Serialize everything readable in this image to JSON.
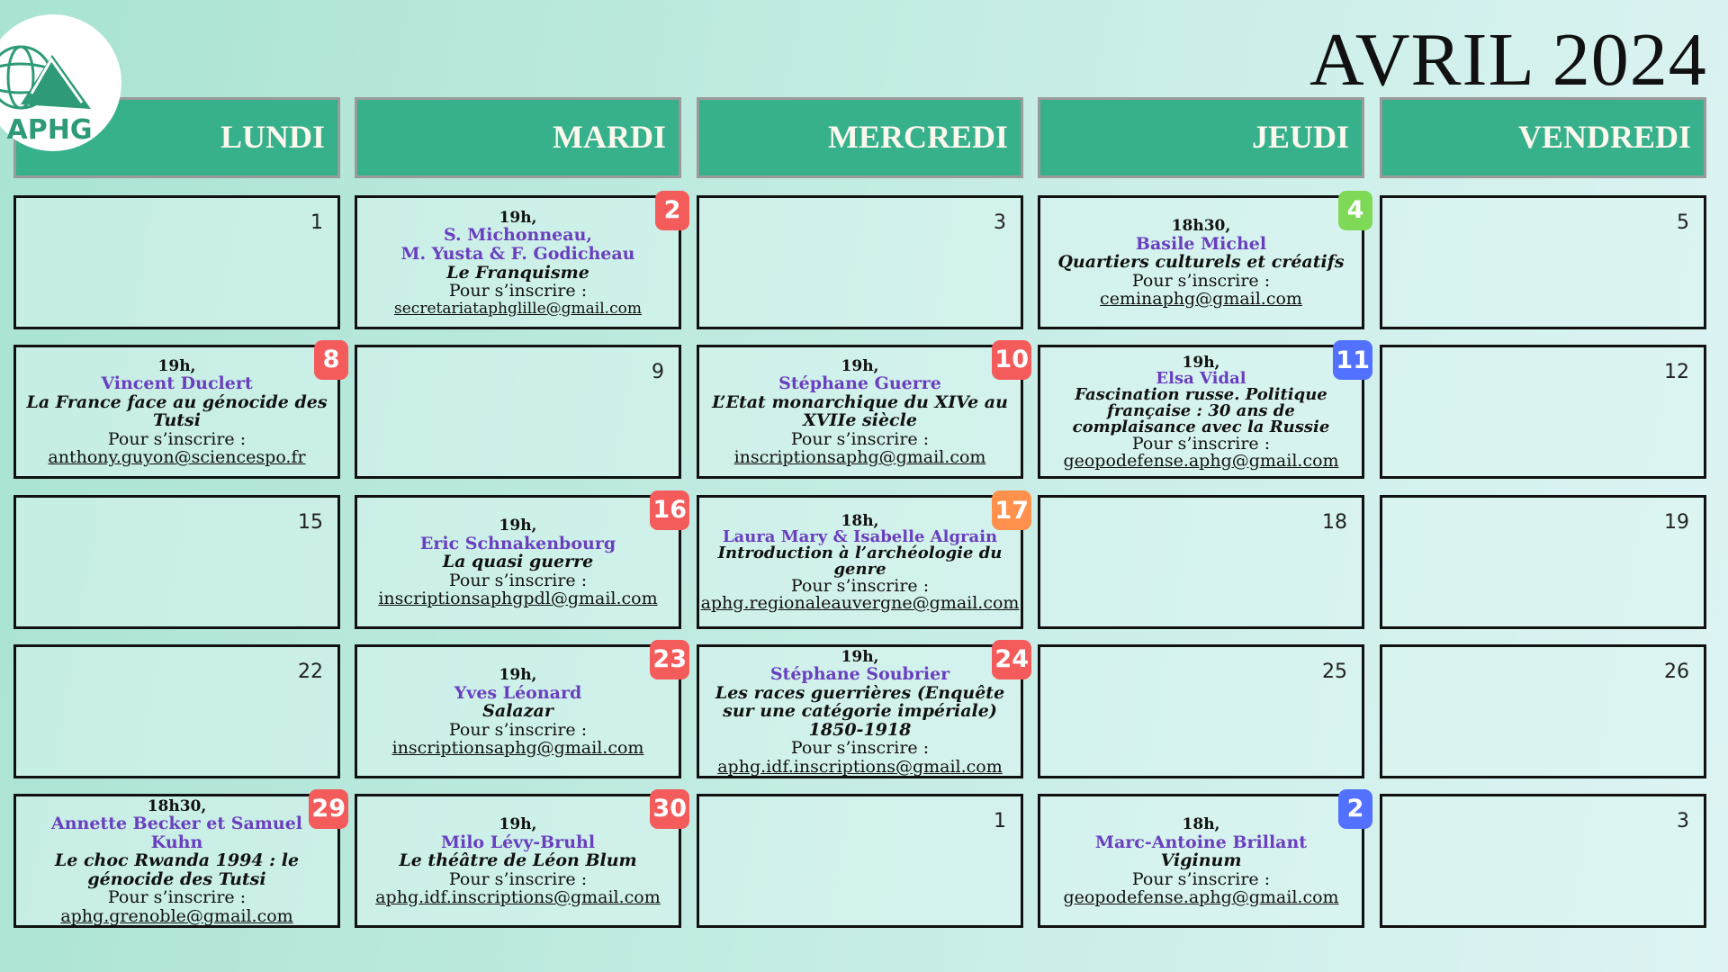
{
  "title": "AVRIL 2024",
  "logo_text": "APHG",
  "colors": {
    "header": "#37b08c",
    "speaker": "#6a3fbf",
    "red": "#f45b5b",
    "green": "#7ed957",
    "blue": "#5271ff",
    "orange": "#ff914d"
  },
  "days": [
    "LUNDI",
    "MARDI",
    "MERCREDI",
    "JEUDI",
    "VENDREDI"
  ],
  "register_label": "Pour s’inscrire :",
  "cells": [
    {
      "day": "1"
    },
    {
      "day": "2",
      "badge": "red",
      "time": "19h,",
      "speaker": "S. Michonneau,\nM. Yusta & F. Godicheau",
      "topic": "Le Franquisme",
      "email": "secretariataphglille@gmail.com",
      "style": "small"
    },
    {
      "day": "3"
    },
    {
      "day": "4",
      "badge": "green",
      "time": "18h30,",
      "speaker": "Basile Michel",
      "topic": "Quartiers culturels et créatifs",
      "email": "ceminaphg@gmail.com"
    },
    {
      "day": "5"
    },
    {
      "day": "8",
      "badge": "red",
      "time": "19h,",
      "speaker": "Vincent Duclert",
      "topic": "La France face au génocide des Tutsi",
      "email": "anthony.guyon@sciencespo.fr"
    },
    {
      "day": "9"
    },
    {
      "day": "10",
      "badge": "red",
      "time": "19h,",
      "speaker": "Stéphane Guerre",
      "topic": "L’Etat monarchique du XIVe au XVIIe siècle",
      "email": "inscriptionsaphg@gmail.com"
    },
    {
      "day": "11",
      "badge": "blue",
      "time": "19h,",
      "speaker": "Elsa Vidal",
      "topic": "Fascination russe. Politique française : 30 ans de complaisance avec la Russie",
      "email": "geopodefense.aphg@gmail.com",
      "style": "dense"
    },
    {
      "day": "12"
    },
    {
      "day": "15"
    },
    {
      "day": "16",
      "badge": "red",
      "time": "19h,",
      "speaker": "Eric Schnakenbourg",
      "topic": "La quasi guerre",
      "email": "inscriptionsaphgpdl@gmail.com"
    },
    {
      "day": "17",
      "badge": "orange",
      "time": "18h,",
      "speaker": "Laura Mary & Isabelle Algrain",
      "topic": "Introduction à l’archéologie du genre",
      "email": "aphg.regionaleauvergne@gmail.com",
      "style": "dense"
    },
    {
      "day": "18"
    },
    {
      "day": "19"
    },
    {
      "day": "22"
    },
    {
      "day": "23",
      "badge": "red",
      "time": "19h,",
      "speaker": "Yves Léonard",
      "topic": "Salazar",
      "email": "inscriptionsaphg@gmail.com"
    },
    {
      "day": "24",
      "badge": "red",
      "time": "19h,",
      "speaker": "Stéphane Soubrier",
      "topic": "Les races guerrières (Enquête sur une catégorie impériale) 1850-1918",
      "email": "aphg.idf.inscriptions@gmail.com"
    },
    {
      "day": "25"
    },
    {
      "day": "26"
    },
    {
      "day": "29",
      "badge": "red",
      "time": "18h30,",
      "speaker": "Annette Becker et Samuel Kuhn",
      "topic": "Le choc Rwanda 1994 : le génocide des Tutsi",
      "email": "aphg.grenoble@gmail.com"
    },
    {
      "day": "30",
      "badge": "red",
      "time": "19h,",
      "speaker": "Milo Lévy-Bruhl",
      "topic": "Le théâtre de Léon Blum",
      "email": "aphg.idf.inscriptions@gmail.com"
    },
    {
      "day": "1"
    },
    {
      "day": "2",
      "badge": "blue",
      "time": "18h,",
      "speaker": "Marc-Antoine Brillant",
      "topic": "Viginum",
      "email": "geopodefense.aphg@gmail.com"
    },
    {
      "day": "3"
    }
  ]
}
